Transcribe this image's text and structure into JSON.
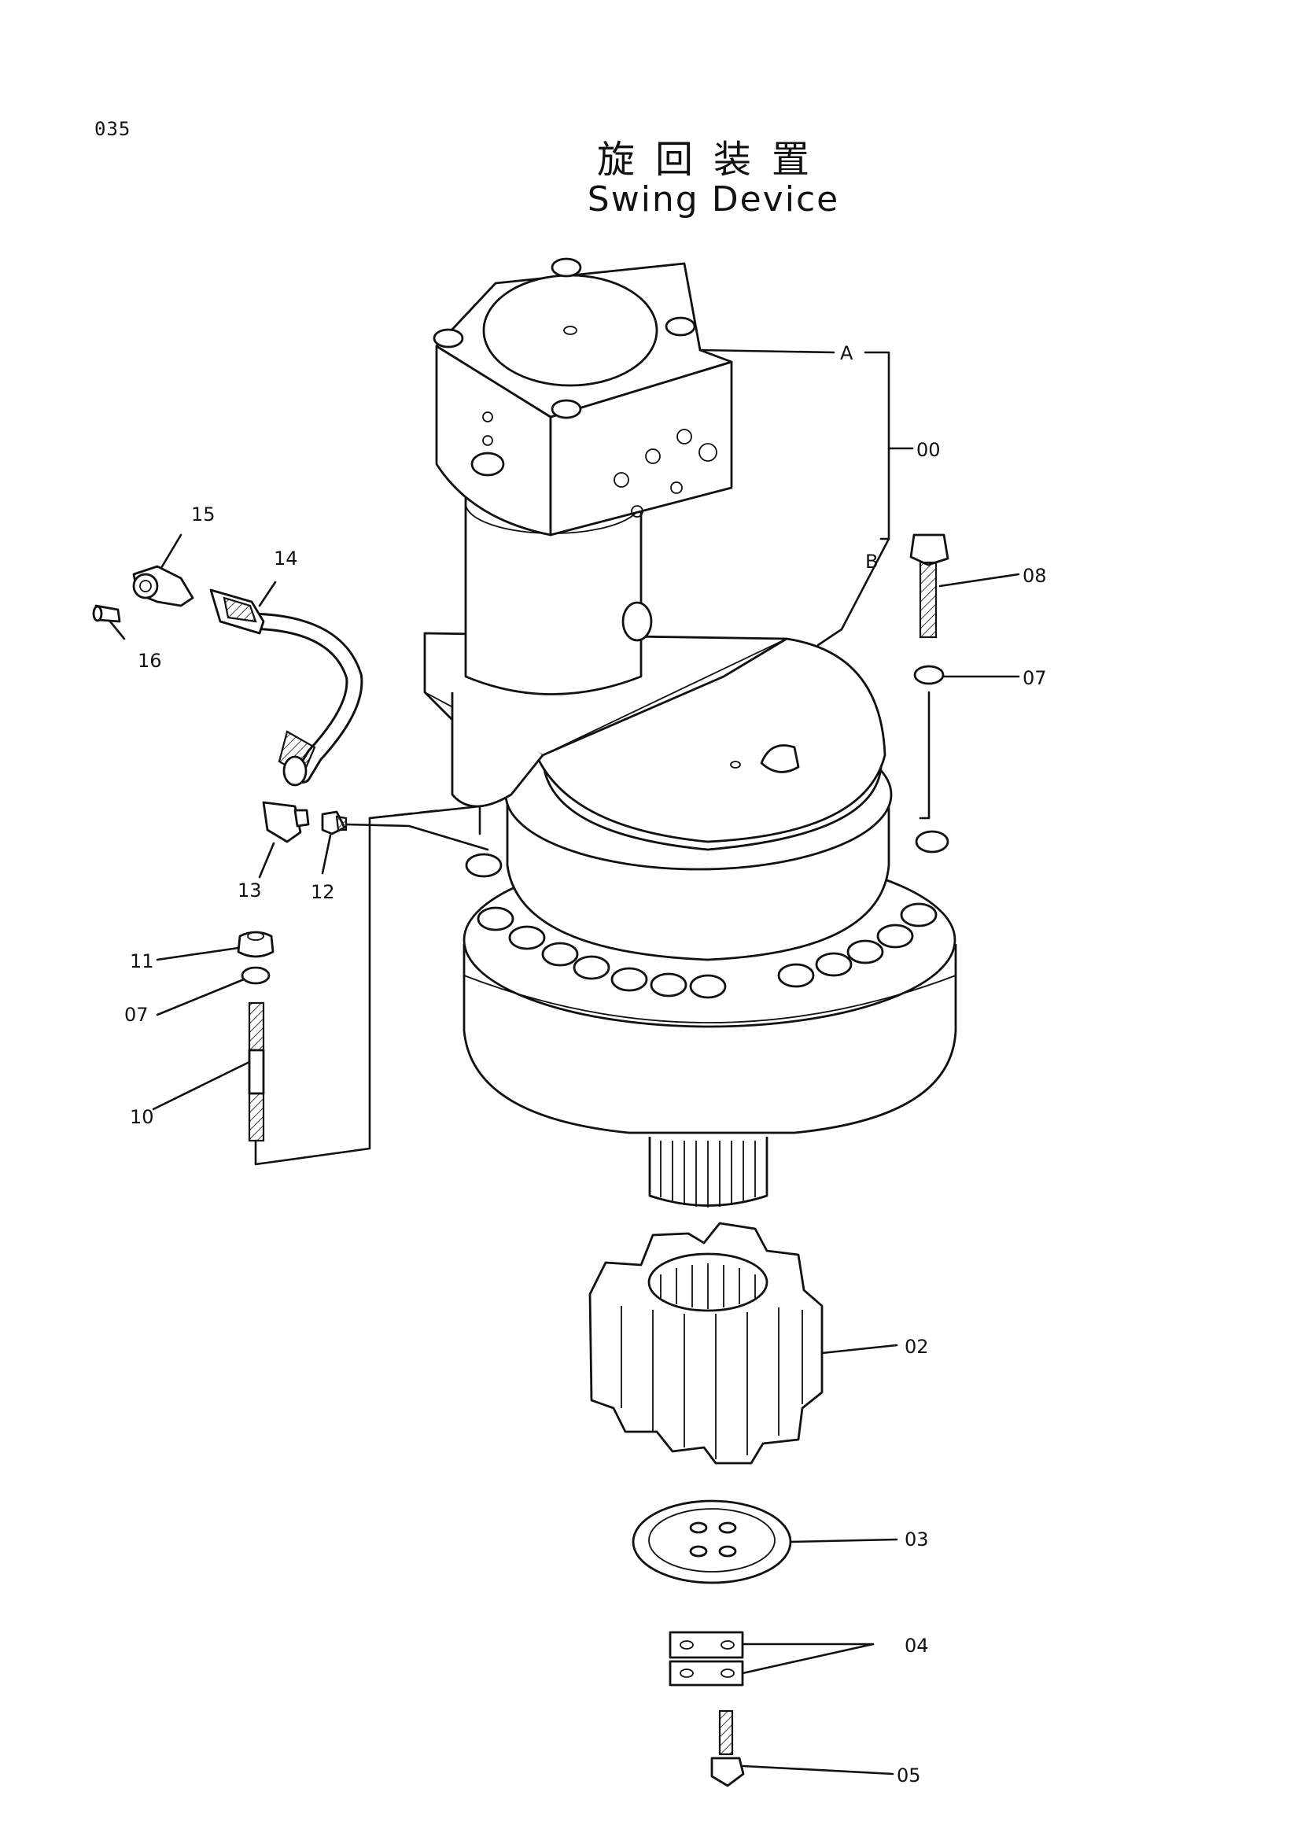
{
  "page": {
    "number": "035",
    "title_jp": "旋回装置",
    "title_en": "Swing Device"
  },
  "callouts": [
    {
      "id": "A",
      "text": "A"
    },
    {
      "id": "B",
      "text": "B"
    },
    {
      "id": "00",
      "text": "00"
    },
    {
      "id": "08",
      "text": "08"
    },
    {
      "id": "07a",
      "text": "07"
    },
    {
      "id": "15",
      "text": "15"
    },
    {
      "id": "14",
      "text": "14"
    },
    {
      "id": "16",
      "text": "16"
    },
    {
      "id": "13",
      "text": "13"
    },
    {
      "id": "12",
      "text": "12"
    },
    {
      "id": "11",
      "text": "11"
    },
    {
      "id": "07b",
      "text": "07"
    },
    {
      "id": "10",
      "text": "10"
    },
    {
      "id": "02",
      "text": "02"
    },
    {
      "id": "03",
      "text": "03"
    },
    {
      "id": "04",
      "text": "04"
    },
    {
      "id": "05",
      "text": "05"
    }
  ]
}
